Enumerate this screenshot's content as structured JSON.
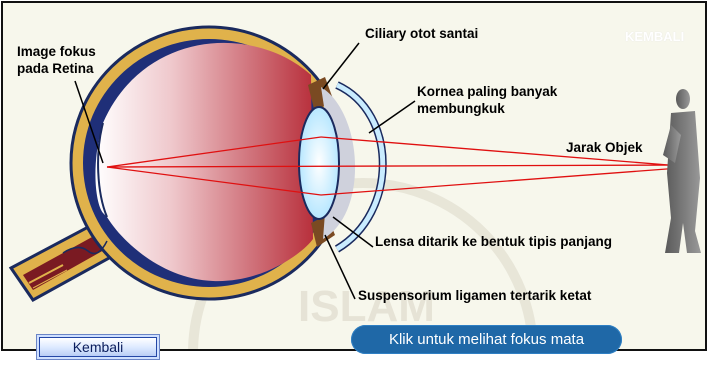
{
  "top_link": {
    "label": "KEMBALI"
  },
  "labels": {
    "image_line1": "Image fokus",
    "image_line2": "pada Retina",
    "ciliary": "Ciliary otot santai",
    "kornea_line1": "Kornea paling banyak",
    "kornea_line2": "membungkuk",
    "jarak": "Jarak Objek",
    "lensa": "Lensa ditarik ke bentuk tipis panjang",
    "suspensorium": "Suspensorium ligamen tertarik ketat"
  },
  "buttons": {
    "kembali": "Kembali",
    "focus": "Klik untuk melihat fokus mata"
  },
  "colors": {
    "background": "#f7f7ec",
    "sclera": "#e0b24b",
    "vitreous_dark": "#b8303c",
    "ray": "#e01010",
    "button_blue": "#1f68a7"
  }
}
